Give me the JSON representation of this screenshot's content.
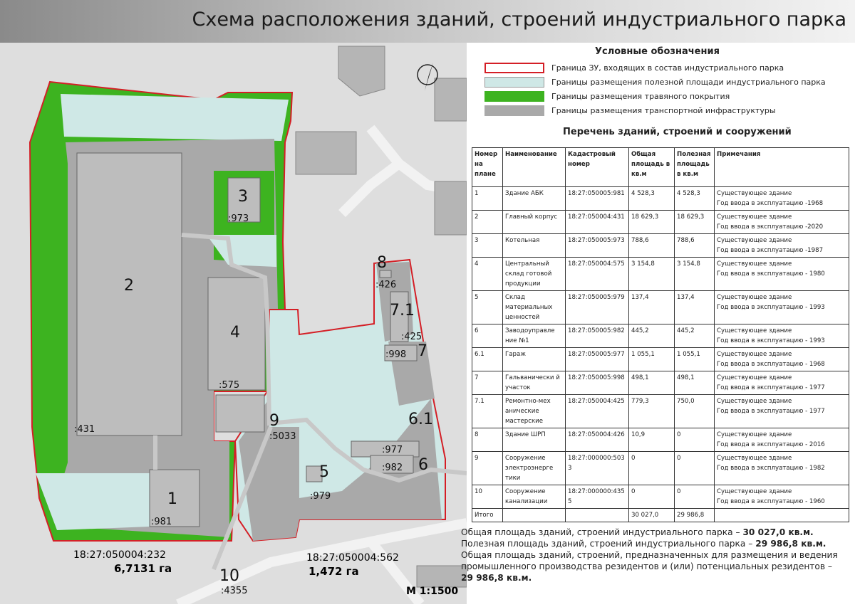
{
  "title": "Схема расположения зданий, строений индустриального парка",
  "legend": {
    "title": "Условные обозначения",
    "items": [
      {
        "label": "Граница ЗУ, входящих в состав индустриального парка",
        "color": "#d41f26"
      },
      {
        "label": "Границы размещения полезной площади индустриального парка",
        "color": "#cfe8e6"
      },
      {
        "label": "Границы размещения травяного покрытия",
        "color": "#3db320"
      },
      {
        "label": "Границы размещения транспортной инфраструктуры",
        "color": "#a9a9a9"
      }
    ]
  },
  "table": {
    "title": "Перечень зданий, строений и сооружений",
    "headers": [
      "Номер на плане",
      "Наименование",
      "Кадастровый номер",
      "Общая площадь в кв.м",
      "Полезная площадь в кв.м",
      "Примечания"
    ],
    "rows": [
      [
        "1",
        "Здание АБК",
        "18:27:050005:981",
        "4 528,3",
        "4 528,3",
        "Существующее здание",
        "Год ввода в эксплуатацию -1968"
      ],
      [
        "2",
        "Главный корпус",
        "18:27:050004:431",
        "18 629,3",
        "18 629,3",
        "Существующее здание",
        "Год ввода в эксплуатацию -2020"
      ],
      [
        "3",
        "Котельная",
        "18:27:050005:973",
        "788,6",
        "788,6",
        "Существующее здание",
        "Год ввода в эксплуатацию -1987"
      ],
      [
        "4",
        "Центральный склад готовой продукции",
        "18:27:050004:575",
        "3 154,8",
        "3 154,8",
        "Существующее здание",
        "Год ввода в эксплуатацию - 1980"
      ],
      [
        "5",
        "Склад материальных ценностей",
        "18:27:050005:979",
        "137,4",
        "137,4",
        "Существующее здание",
        "Год ввода в эксплуатацию - 1993"
      ],
      [
        "6",
        "Заводоуправле ние №1",
        "18:27:050005:982",
        "445,2",
        "445,2",
        "Существующее здание",
        "Год ввода в эксплуатацию - 1993"
      ],
      [
        "6.1",
        "Гараж",
        "18:27:050005:977",
        "1 055,1",
        "1 055,1",
        "Существующее здание",
        "Год ввода в эксплуатацию - 1968"
      ],
      [
        "7",
        "Гальванически й участок",
        "18:27:050005:998",
        "498,1",
        "498,1",
        "Существующее здание",
        "Год ввода в эксплуатацию - 1977"
      ],
      [
        "7.1",
        "Ремонтно-мех анические мастерские",
        "18:27:050004:425",
        "779,3",
        "750,0",
        "Существующее здание",
        "Год ввода в эксплуатацию - 1977"
      ],
      [
        "8",
        "Здание ШРП",
        "18:27:050004:426",
        "10,9",
        "0",
        "Существующее здание",
        "Год ввода в эксплуатацию - 2016"
      ],
      [
        "9",
        "Сооружение электроэнерге тики",
        "18:27:000000:503 3",
        "0",
        "0",
        "Существующее здание",
        "Год ввода в эксплуатацию - 1982"
      ],
      [
        "10",
        "Сооружение канализации",
        "18:27:000000:435 5",
        "0",
        "0",
        "Существующее здание",
        "Год ввода в эксплуатацию - 1960"
      ]
    ],
    "total": {
      "label": "Итого",
      "total_area": "30 027,0",
      "useful_area": "29 986,8"
    }
  },
  "summary": {
    "line1": "Общая площадь зданий, строений индустриального парка – ",
    "line1_value": "30 027,0 кв.м.",
    "line2": "Полезная площадь  зданий, строений индустриального парка – ",
    "line2_value": "29 986,8 кв.м.",
    "line3": "Общая площадь зданий, строений, предназначенных для размещения и ведения промышленного производства резидентов и (или) потенциальных резидентов – ",
    "line3_value": "29 986,8 кв.м."
  },
  "map": {
    "parcels": [
      {
        "cad": "18:27:050004:232",
        "area": "6,7131 га"
      },
      {
        "cad": "18:27:050004:562",
        "area": "1,472 га"
      }
    ],
    "scale": "М 1:1500",
    "numbers": [
      "2",
      "4",
      "3",
      "1",
      "5",
      "6",
      "6.1",
      "7",
      "7.1",
      "8",
      "9",
      "10"
    ],
    "cad_labels": [
      ":431",
      ":575",
      ":973",
      ":981",
      ":5033",
      ":979",
      ":977",
      ":982",
      ":998",
      ":425",
      ":426",
      ":4355"
    ]
  }
}
